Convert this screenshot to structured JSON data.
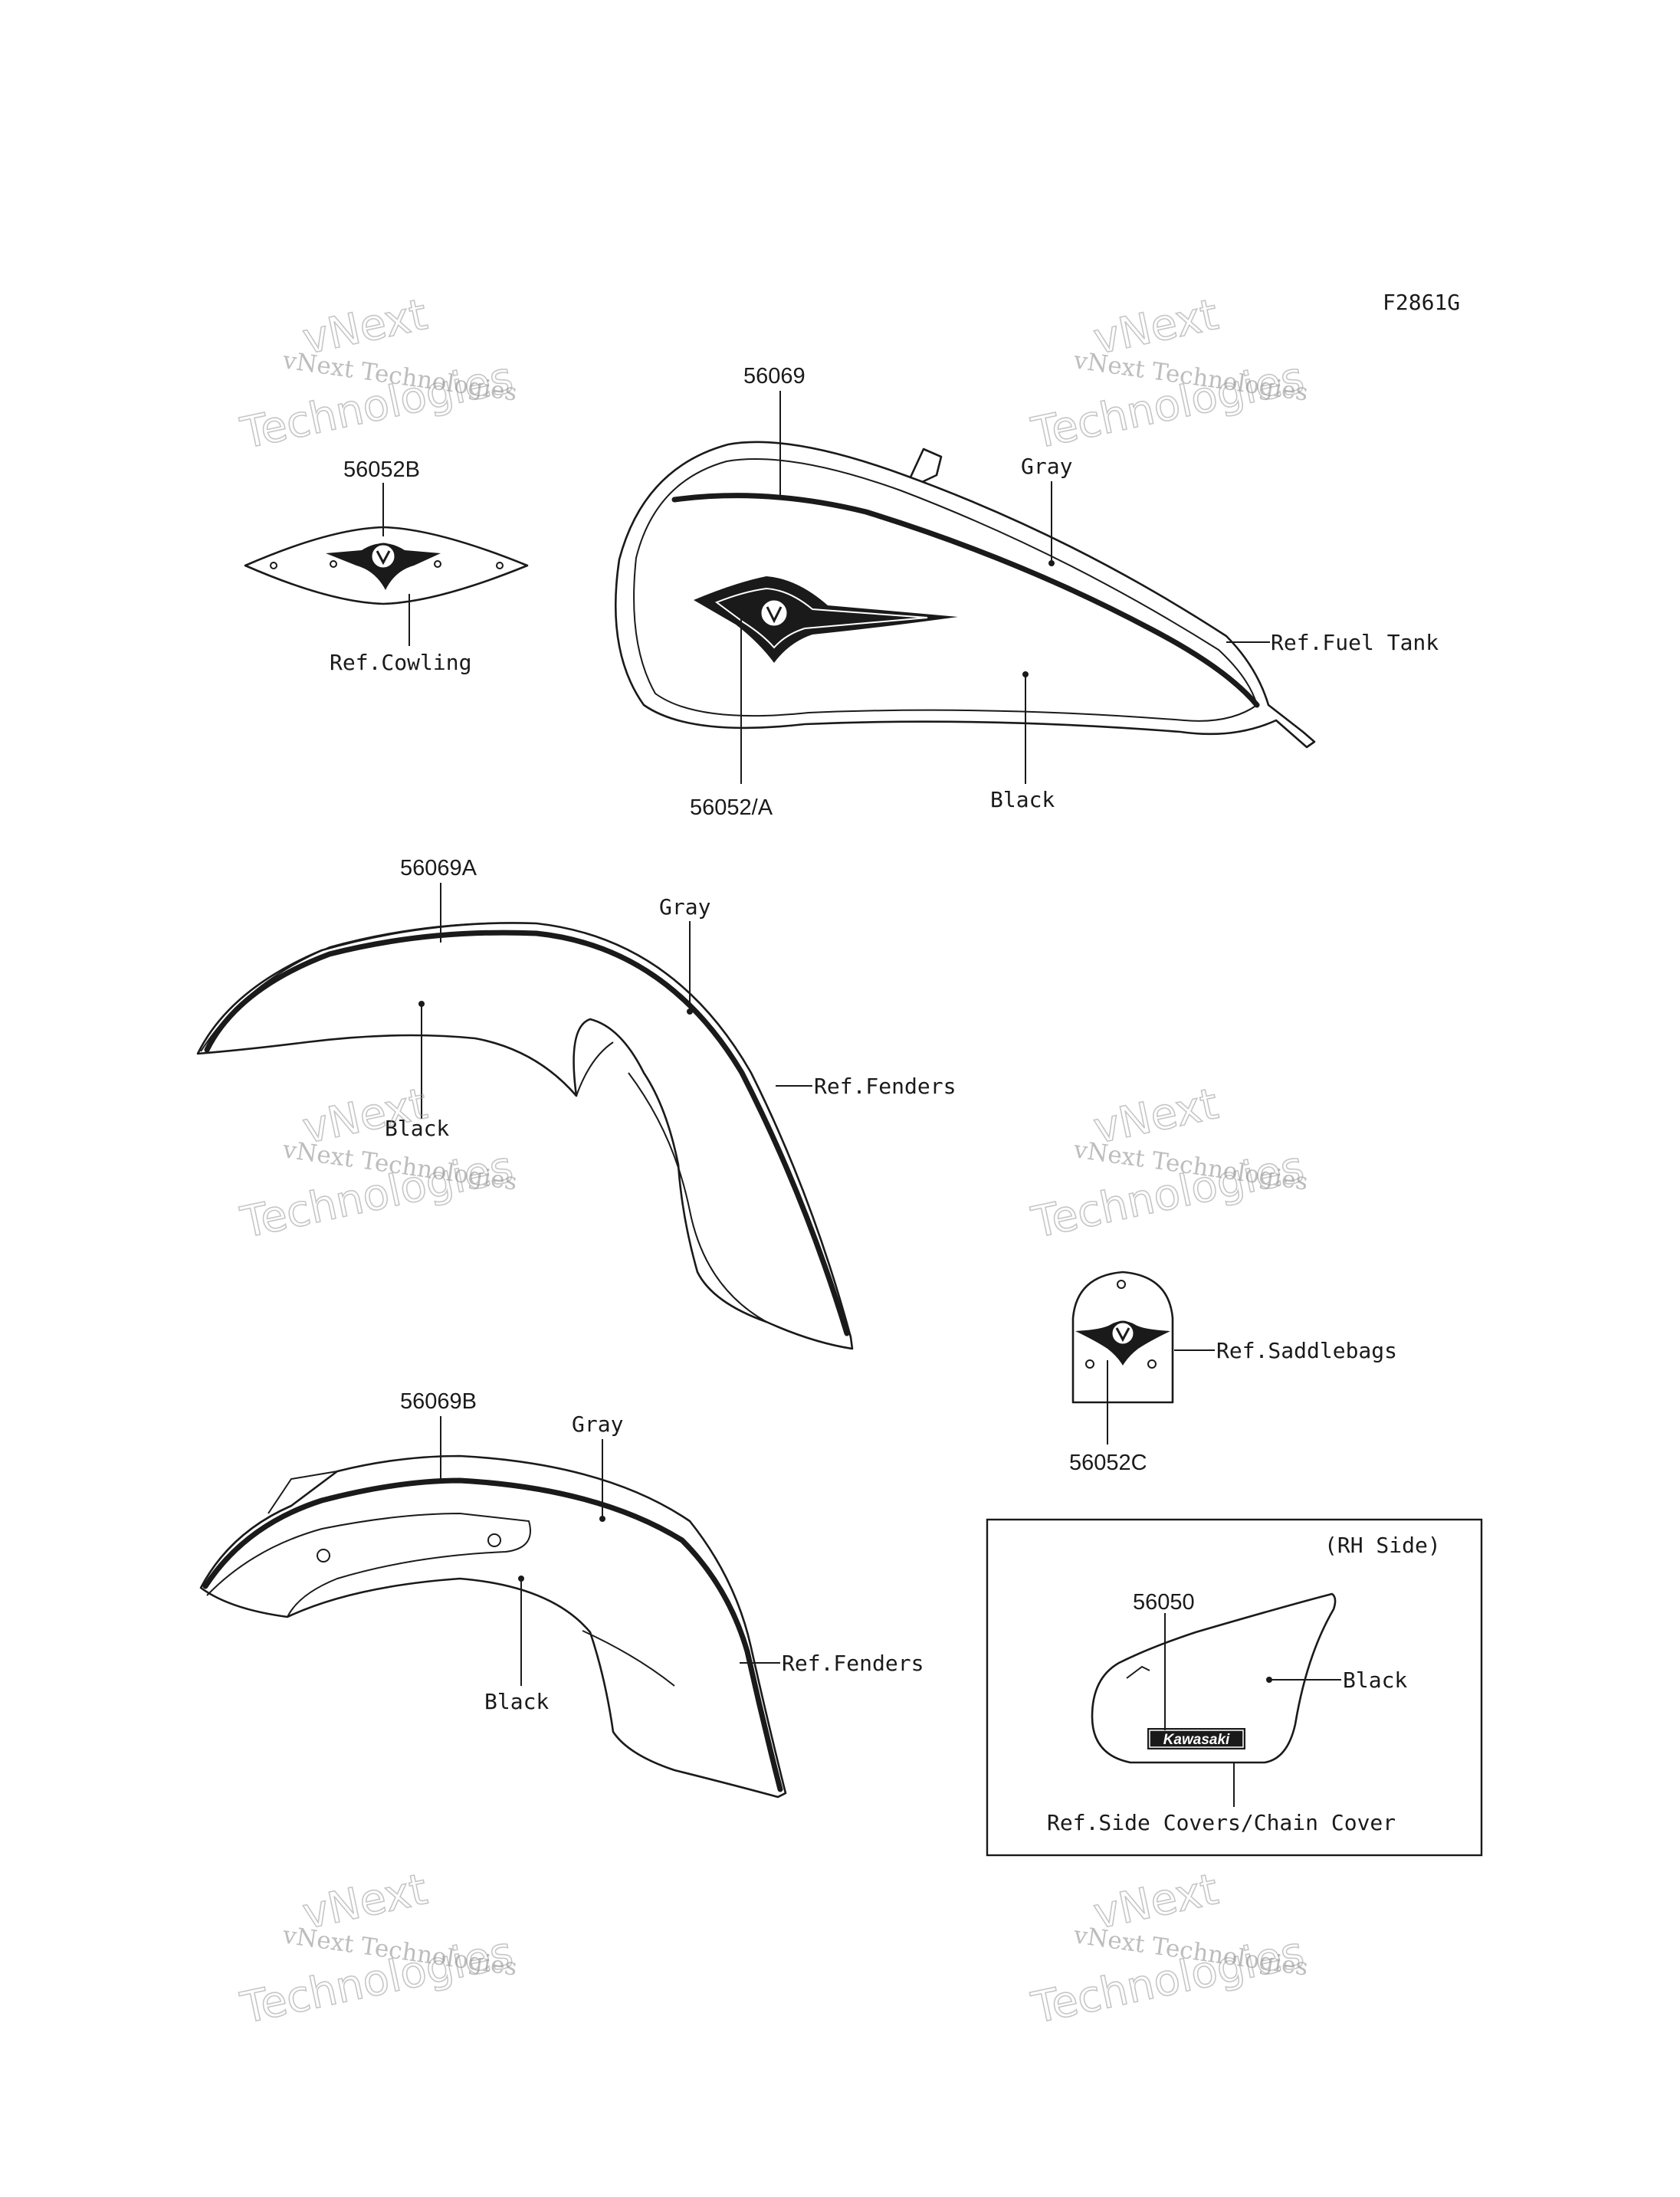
{
  "figure_code": "F2861G",
  "watermark": {
    "line1": "vNext Technologies",
    "line2": "vNext",
    "line3": "Technologies"
  },
  "parts": {
    "cowling": {
      "part_no": "56052B",
      "ref": "Ref.Cowling"
    },
    "fuel_tank": {
      "stripe_part_no": "56069",
      "emblem_part_no": "56052/A",
      "color_top": "Gray",
      "color_bottom": "Black",
      "ref": "Ref.Fuel Tank"
    },
    "front_fender": {
      "part_no": "56069A",
      "color_top": "Gray",
      "color_bottom": "Black",
      "ref": "Ref.Fenders"
    },
    "saddlebags": {
      "part_no": "56052C",
      "ref": "Ref.Saddlebags"
    },
    "rear_fender": {
      "part_no": "56069B",
      "color_top": "Gray",
      "color_bottom": "Black",
      "ref": "Ref.Fenders"
    },
    "side_cover": {
      "side": "(RH Side)",
      "part_no": "56050",
      "color": "Black",
      "logo_text": "Kawasaki",
      "ref": "Ref.Side Covers/Chain Cover"
    }
  }
}
